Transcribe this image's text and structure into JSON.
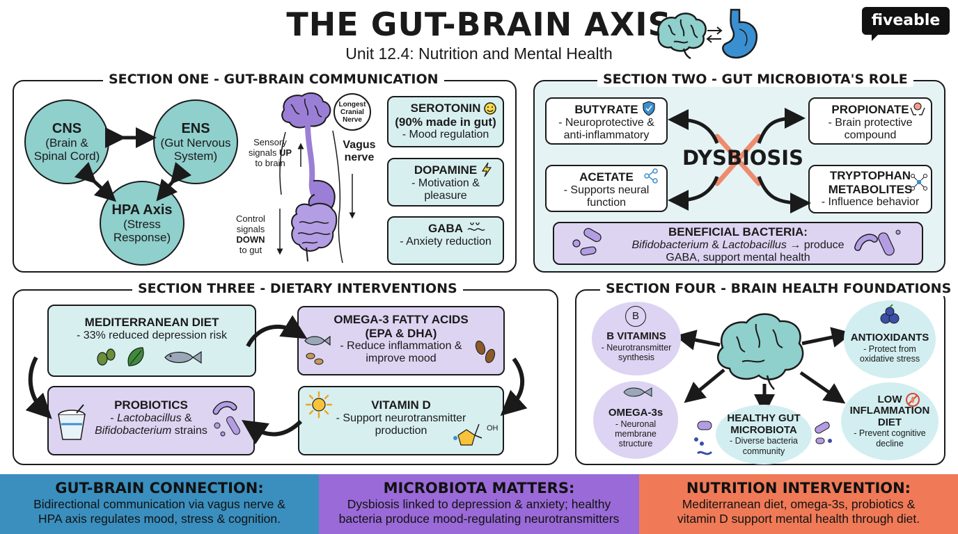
{
  "header": {
    "title": "THE GUT-BRAIN AXIS",
    "subtitle": "Unit 12.4: Nutrition and Mental Health",
    "logo": "fiveable"
  },
  "section1": {
    "title": "SECTION ONE - GUT-BRAIN COMMUNICATION",
    "cns": {
      "label": "CNS",
      "line1": "(Brain &",
      "line2": "Spinal Cord)"
    },
    "ens": {
      "label": "ENS",
      "line1": "(Gut Nervous",
      "line2": "System)"
    },
    "hpa": {
      "label": "HPA Axis",
      "line1": "(Stress",
      "line2": "Response)"
    },
    "longest_line1": "Longest",
    "longest_line2": "Cranial",
    "longest_line3": "Nerve",
    "sensory_line1": "Sensory",
    "sensory_line2a": "signals ",
    "sensory_line2b": "UP",
    "sensory_line3": "to brain",
    "control_line1": "Control",
    "control_line2a": "signals ",
    "control_line2b": "DOWN",
    "control_line3": "to gut",
    "vagus_line1": "Vagus",
    "vagus_line2": "nerve",
    "serotonin": {
      "label": "SEROTONIN",
      "line1": "(90% made in gut)",
      "line2": "- Mood regulation"
    },
    "dopamine": {
      "label": "DOPAMINE",
      "line1": "- Motivation &",
      "line2": "pleasure"
    },
    "gaba": {
      "label": "GABA",
      "line1": "- Anxiety reduction"
    }
  },
  "section2": {
    "title": "SECTION TWO - GUT MICROBIOTA'S ROLE",
    "center": "DYSBIOSIS",
    "butyrate": {
      "label": "BUTYRATE",
      "line1": "- Neuroprotective &",
      "line2": "anti-inflammatory"
    },
    "propionate": {
      "label": "PROPIONATE",
      "line1": "- Brain protective",
      "line2": "compound"
    },
    "acetate": {
      "label": "ACETATE",
      "line1": "- Supports neural",
      "line2": "function"
    },
    "tryptophan": {
      "label1": "TRYPTOPHAN",
      "label2": "METABOLITES",
      "line1": "- Influence behavior"
    },
    "beneficial": {
      "label": "BENEFICIAL BACTERIA:",
      "line1a": "Bifidobacterium",
      "line1b": " & ",
      "line1c": "Lactobacillus",
      "line1d": " → produce",
      "line2": "GABA, support mental health"
    }
  },
  "section3": {
    "title": "SECTION THREE - DIETARY INTERVENTIONS",
    "med": {
      "label": "MEDITERRANEAN DIET",
      "line1": "- 33% reduced depression risk"
    },
    "omega": {
      "label1": "OMEGA-3 FATTY ACIDS",
      "label2": "(EPA & DHA)",
      "line1": "- Reduce inflammation &",
      "line2": "improve mood"
    },
    "probiotics": {
      "label": "PROBIOTICS",
      "line1a": "- ",
      "line1b": "Lactobacillus",
      "line1c": " &",
      "line2a": "Bifidobacterium",
      "line2b": " strains"
    },
    "vitd": {
      "label": "VITAMIN D",
      "line1": "- Support neurotransmitter",
      "line2": "production"
    },
    "oh": "OH"
  },
  "section4": {
    "title": "SECTION FOUR - BRAIN HEALTH FOUNDATIONS",
    "bvit": {
      "label": "B VITAMINS",
      "line1": "- Neurotransmitter",
      "line2": "synthesis",
      "icon_text": "B"
    },
    "antiox": {
      "label": "ANTIOXIDANTS",
      "line1": "- Protect from",
      "line2": "oxidative stress"
    },
    "omega3s": {
      "label": "OMEGA-3s",
      "line1": "- Neuronal",
      "line2": "membrane",
      "line3": "structure"
    },
    "gut": {
      "label1": "HEALTHY GUT",
      "label2": "MICROBIOTA",
      "line1": "- Diverse bacteria",
      "line2": "community"
    },
    "lowinf": {
      "label1": "LOW",
      "label2": "INFLAMMATION",
      "label3": "DIET",
      "line1": "- Prevent cognitive",
      "line2": "decline"
    }
  },
  "footer": {
    "f1": {
      "title": "GUT-BRAIN CONNECTION:",
      "line1": "Bidirectional communication via vagus nerve &",
      "line2": "HPA axis regulates mood, stress & cognition."
    },
    "f2": {
      "title": "MICROBIOTA MATTERS:",
      "line1": "Dysbiosis linked to depression & anxiety; healthy",
      "line2": "bacteria produce mood-regulating neurotransmitters"
    },
    "f3": {
      "title": "NUTRITION INTERVENTION:",
      "line1": "Mediterranean diet, omega-3s, probiotics &",
      "line2": "vitamin D support mental health through diet."
    }
  },
  "colors": {
    "teal": "#8fcfcc",
    "light_teal": "#d8eff0",
    "purple": "#ddd4f2",
    "footer_blue": "#3a8fbf",
    "footer_purple": "#9a6ad8",
    "footer_orange": "#f07a57"
  }
}
